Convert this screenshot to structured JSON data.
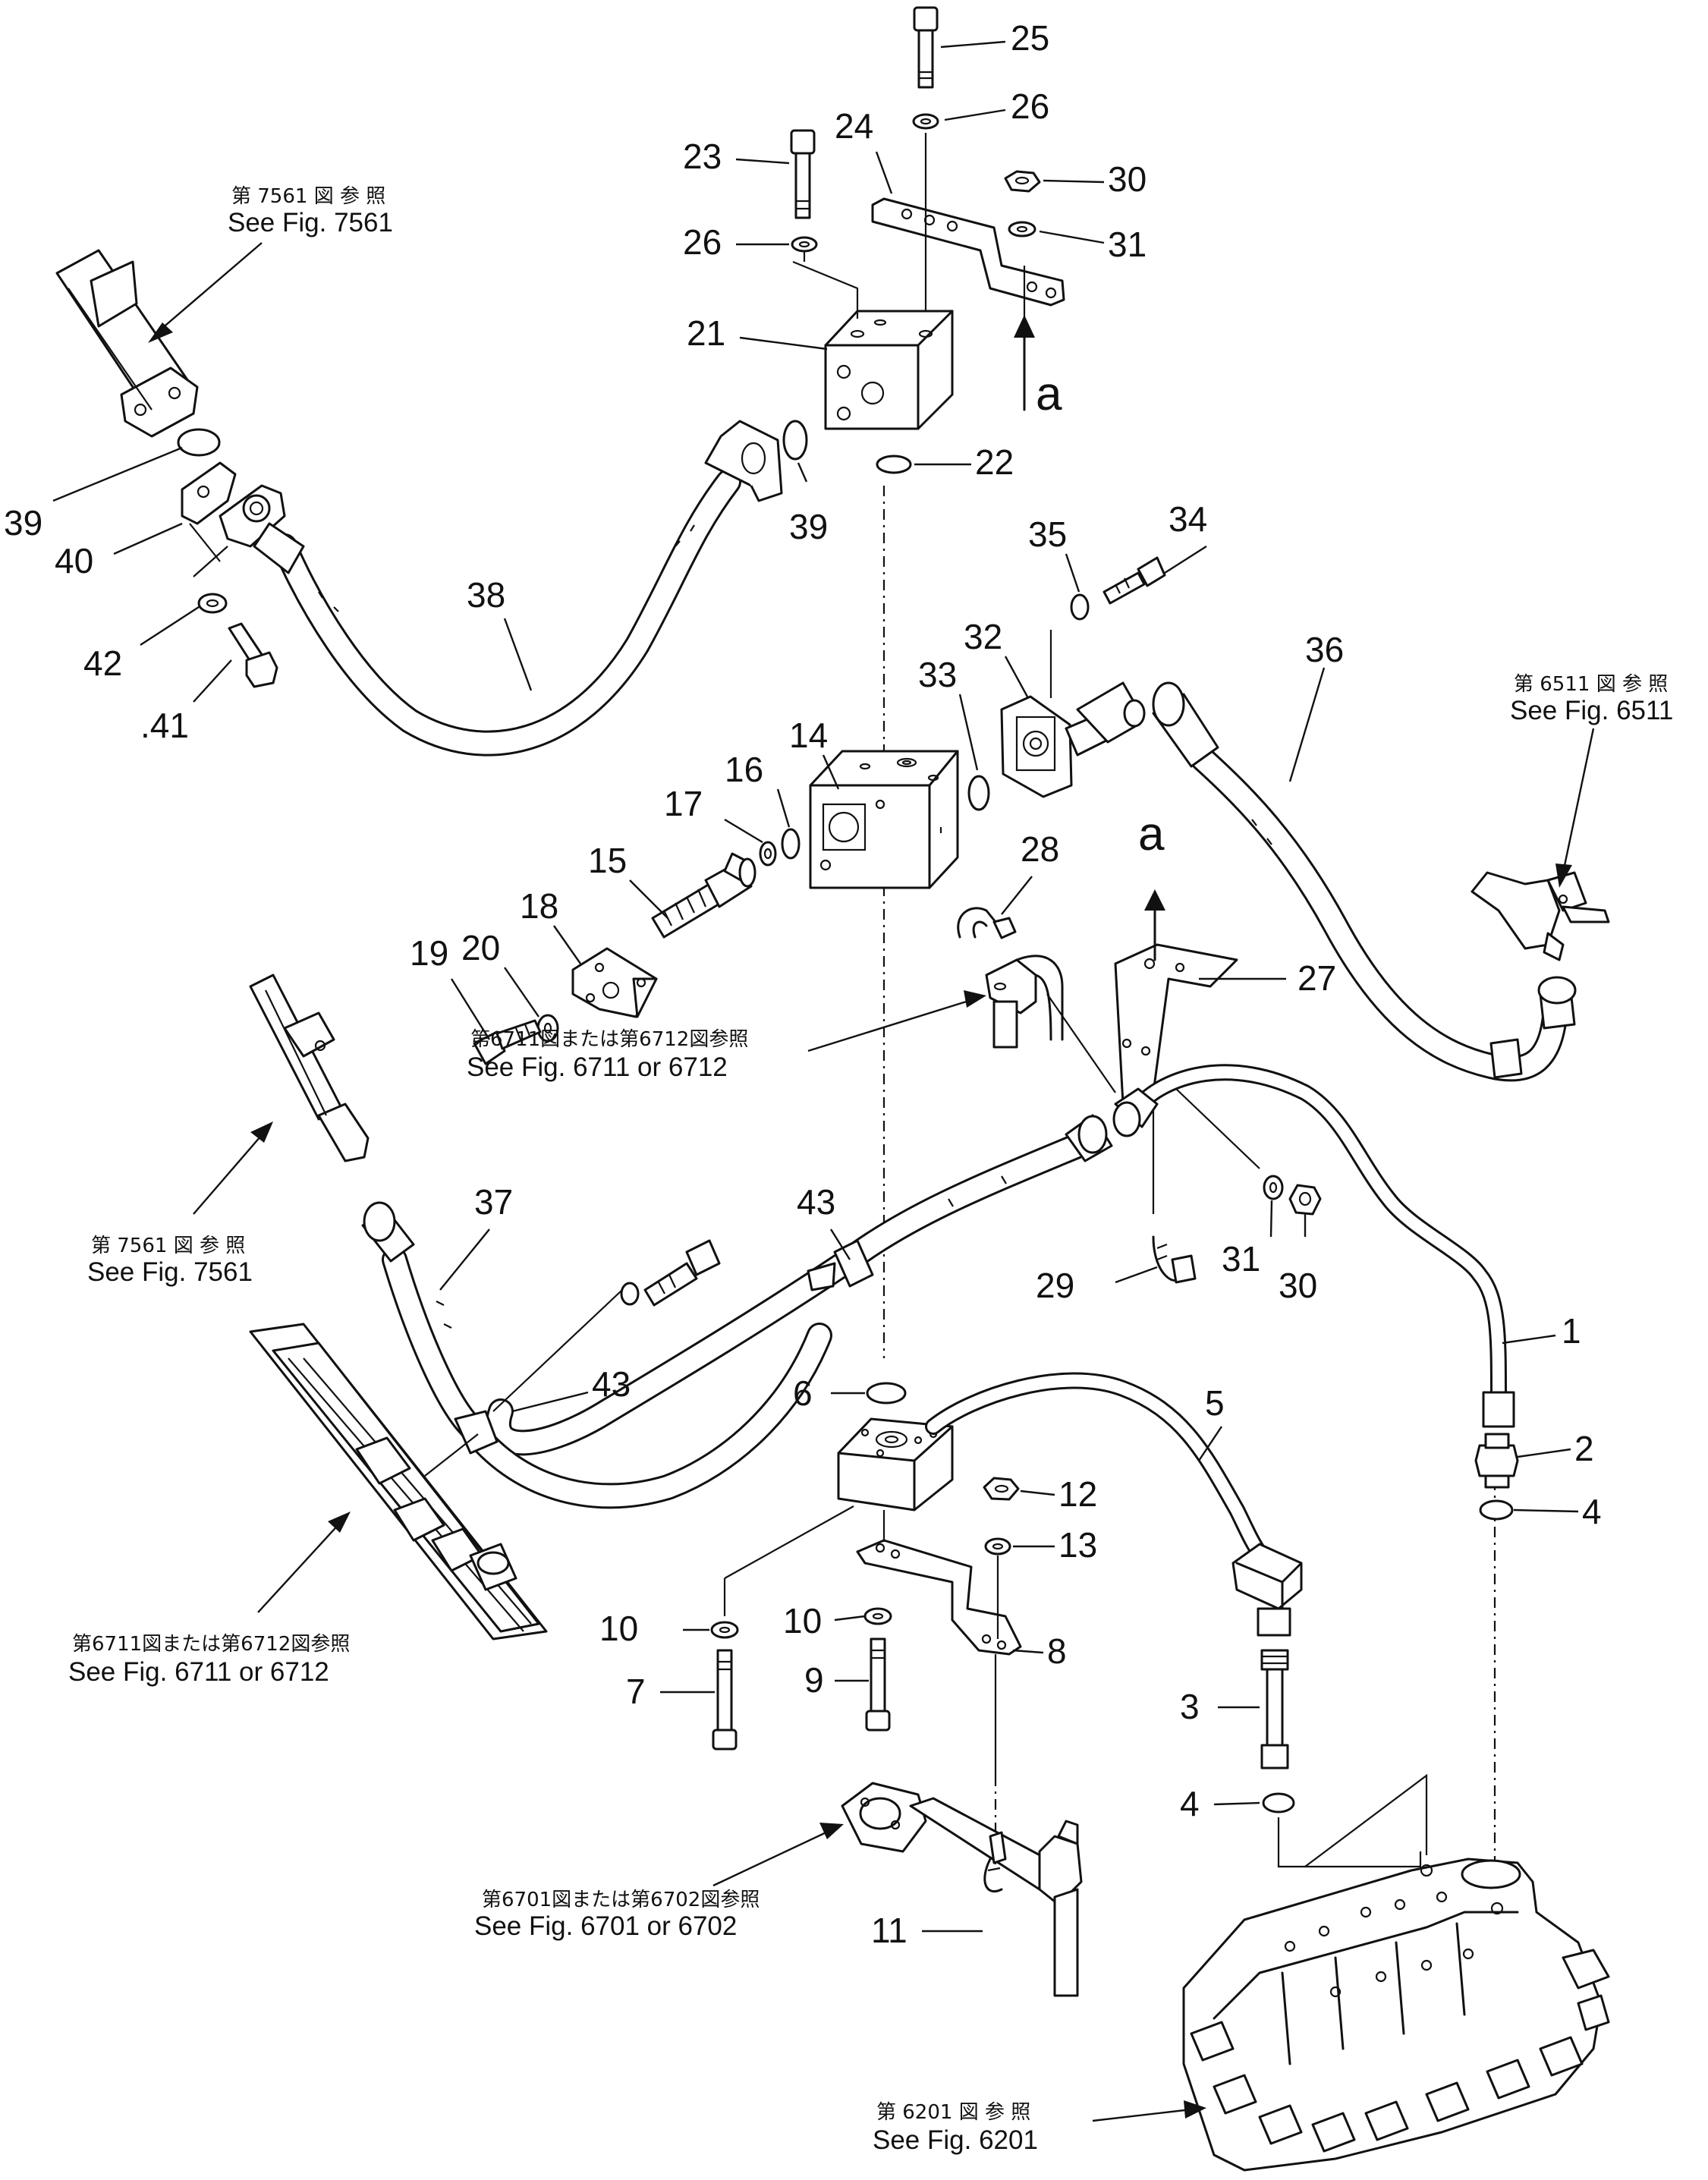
{
  "parts": {
    "p1": "1",
    "p2": "2",
    "p3": "3",
    "p4a": "4",
    "p4b": "4",
    "p5": "5",
    "p6": "6",
    "p7": "7",
    "p8": "8",
    "p9": "9",
    "p10a": "10",
    "p10b": "10",
    "p11": "11",
    "p12": "12",
    "p13": "13",
    "p14": "14",
    "p15": "15",
    "p16": "16",
    "p17": "17",
    "p18": "18",
    "p19": "19",
    "p20": "20",
    "p21": "21",
    "p22": "22",
    "p23": "23",
    "p24": "24",
    "p25": "25",
    "p26a": "26",
    "p26b": "26",
    "p27": "27",
    "p28": "28",
    "p29": "29",
    "p30a": "30",
    "p30b": "30",
    "p31a": "31",
    "p31b": "31",
    "p32": "32",
    "p33": "33",
    "p34": "34",
    "p35": "35",
    "p36": "36",
    "p37": "37",
    "p38": "38",
    "p39a": "39",
    "p39b": "39",
    "p40": "40",
    "p41": ".41",
    "p42": "42",
    "p43a": "43",
    "p43b": "43"
  },
  "marks": {
    "a_top": "a",
    "a_mid": "a"
  },
  "refs": {
    "fig7561_top": {
      "jp": "第 7561 図 参 照",
      "en": "See Fig. 7561"
    },
    "fig6511": {
      "jp": "第 6511 図 参 照",
      "en": "See Fig. 6511"
    },
    "fig6711_mid": {
      "jp": "第6711図または第6712図参照",
      "en": "See Fig. 6711 or 6712"
    },
    "fig7561_mid": {
      "jp": "第 7561 図 参 照",
      "en": "See Fig. 7561"
    },
    "fig6711_low": {
      "jp": "第6711図または第6712図参照",
      "en": "See Fig. 6711 or 6712"
    },
    "fig6701": {
      "jp": "第6701図または第6702図参照",
      "en": "See Fig. 6701 or 6702"
    },
    "fig6201": {
      "jp": "第 6201 図 参 照",
      "en": "See Fig. 6201"
    }
  }
}
